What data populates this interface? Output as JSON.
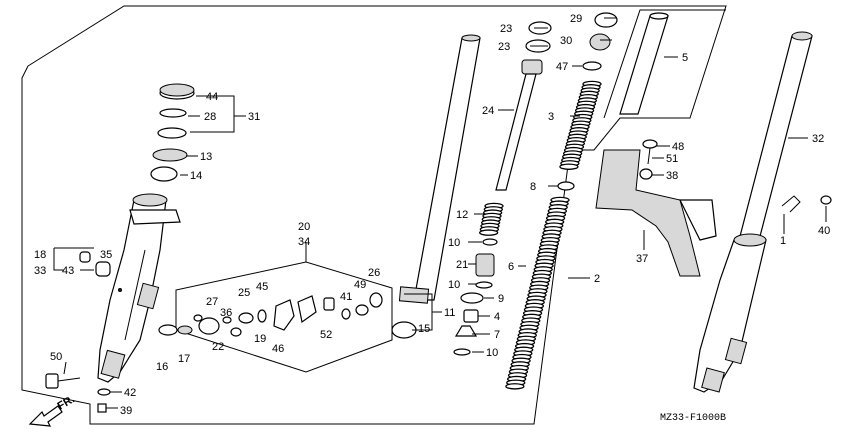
{
  "diagram": {
    "code": "MZ33-F1000B",
    "direction_label": "FR.",
    "callouts": [
      {
        "id": "c1",
        "text": "1"
      },
      {
        "id": "c2",
        "text": "2"
      },
      {
        "id": "c3",
        "text": "3"
      },
      {
        "id": "c4",
        "text": "4"
      },
      {
        "id": "c5",
        "text": "5"
      },
      {
        "id": "c6",
        "text": "6"
      },
      {
        "id": "c7",
        "text": "7"
      },
      {
        "id": "c8",
        "text": "8"
      },
      {
        "id": "c9",
        "text": "9"
      },
      {
        "id": "c10a",
        "text": "10"
      },
      {
        "id": "c10b",
        "text": "10"
      },
      {
        "id": "c10c",
        "text": "10"
      },
      {
        "id": "c11",
        "text": "11"
      },
      {
        "id": "c12",
        "text": "12"
      },
      {
        "id": "c13",
        "text": "13"
      },
      {
        "id": "c14",
        "text": "14"
      },
      {
        "id": "c15",
        "text": "15"
      },
      {
        "id": "c16",
        "text": "16"
      },
      {
        "id": "c17",
        "text": "17"
      },
      {
        "id": "c18",
        "text": "18"
      },
      {
        "id": "c19",
        "text": "19"
      },
      {
        "id": "c20",
        "text": "20"
      },
      {
        "id": "c21",
        "text": "21"
      },
      {
        "id": "c22",
        "text": "22"
      },
      {
        "id": "c23a",
        "text": "23"
      },
      {
        "id": "c23b",
        "text": "23"
      },
      {
        "id": "c24",
        "text": "24"
      },
      {
        "id": "c25",
        "text": "25"
      },
      {
        "id": "c26",
        "text": "26"
      },
      {
        "id": "c27",
        "text": "27"
      },
      {
        "id": "c28",
        "text": "28"
      },
      {
        "id": "c29",
        "text": "29"
      },
      {
        "id": "c30",
        "text": "30"
      },
      {
        "id": "c31",
        "text": "31"
      },
      {
        "id": "c32",
        "text": "32"
      },
      {
        "id": "c33",
        "text": "33"
      },
      {
        "id": "c34",
        "text": "34"
      },
      {
        "id": "c35",
        "text": "35"
      },
      {
        "id": "c36",
        "text": "36"
      },
      {
        "id": "c37",
        "text": "37"
      },
      {
        "id": "c38",
        "text": "38"
      },
      {
        "id": "c39",
        "text": "39"
      },
      {
        "id": "c40",
        "text": "40"
      },
      {
        "id": "c41",
        "text": "41"
      },
      {
        "id": "c42",
        "text": "42"
      },
      {
        "id": "c43",
        "text": "43"
      },
      {
        "id": "c44",
        "text": "44"
      },
      {
        "id": "c45",
        "text": "45"
      },
      {
        "id": "c46",
        "text": "46"
      },
      {
        "id": "c47",
        "text": "47"
      },
      {
        "id": "c48",
        "text": "48"
      },
      {
        "id": "c49",
        "text": "49"
      },
      {
        "id": "c50",
        "text": "50"
      },
      {
        "id": "c51",
        "text": "51"
      },
      {
        "id": "c52",
        "text": "52"
      }
    ]
  }
}
